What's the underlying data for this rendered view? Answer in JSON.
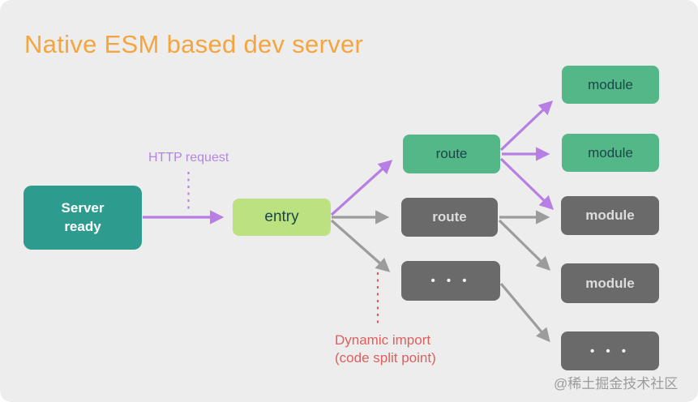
{
  "title": "Native ESM based dev server",
  "labels": {
    "http_request": "HTTP request",
    "dynamic_import": "Dynamic import",
    "dynamic_import_sub": "(code split point)"
  },
  "nodes": {
    "server_ready_line1": "Server",
    "server_ready_line2": "ready",
    "entry": "entry",
    "route_green": "route",
    "route_gray": "route",
    "dots_mid": "• • •",
    "module_green_top": "module",
    "module_green_mid": "module",
    "module_gray_mid": "module",
    "module_gray_low": "module",
    "dots_bottom": "• • •"
  },
  "watermark": "@稀土掘金技术社区",
  "colors": {
    "title_orange": "#F5A53E",
    "teal": "#2D9C8E",
    "green": "#53B787",
    "light_green": "#BCE180",
    "gray_box": "#6A6A6A",
    "purple_arrow": "#B77EE3",
    "gray_arrow": "#9C9C9C",
    "red_label": "#DD5F5F",
    "background": "#EDEDED"
  }
}
